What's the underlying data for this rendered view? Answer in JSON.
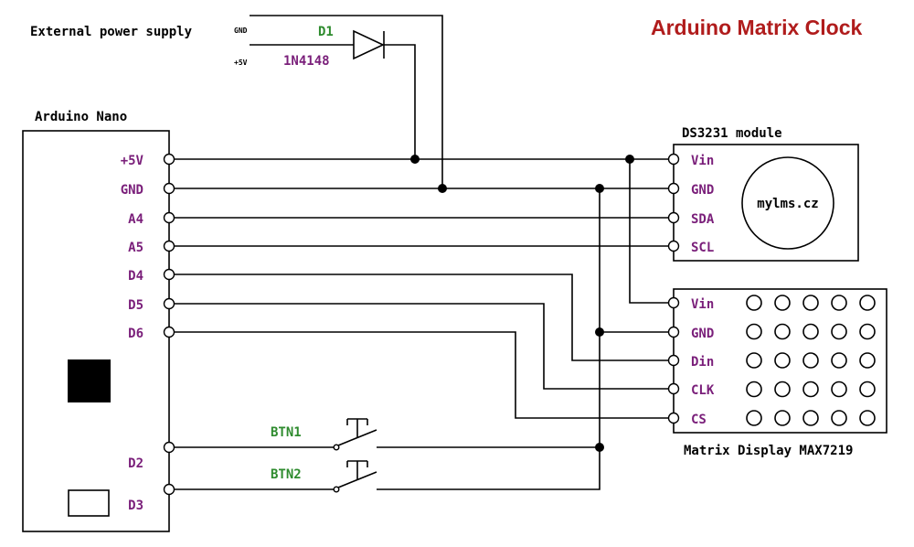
{
  "title": "Arduino Matrix Clock",
  "colors": {
    "title": "#b01c1c",
    "pin_label": "#7a1f7a",
    "component_label": "#2e8b2e",
    "wire": "#000000"
  },
  "power": {
    "label": "External power supply",
    "gnd": "GND",
    "vcc": "+5V"
  },
  "diode": {
    "name": "D1",
    "part": "1N4148"
  },
  "nano": {
    "title": "Arduino Nano",
    "pins": [
      "+5V",
      "GND",
      "A4",
      "A5",
      "D4",
      "D5",
      "D6",
      "D2",
      "D3"
    ]
  },
  "rtc": {
    "title": "DS3231 module",
    "pins": [
      "Vin",
      "GND",
      "SDA",
      "SCL"
    ],
    "chip_label": "mylms.cz"
  },
  "matrix": {
    "title": "Matrix Display MAX7219",
    "pins": [
      "Vin",
      "GND",
      "Din",
      "CLK",
      "CS"
    ],
    "led_grid": {
      "rows": 5,
      "cols": 5
    }
  },
  "buttons": [
    "BTN1",
    "BTN2"
  ]
}
